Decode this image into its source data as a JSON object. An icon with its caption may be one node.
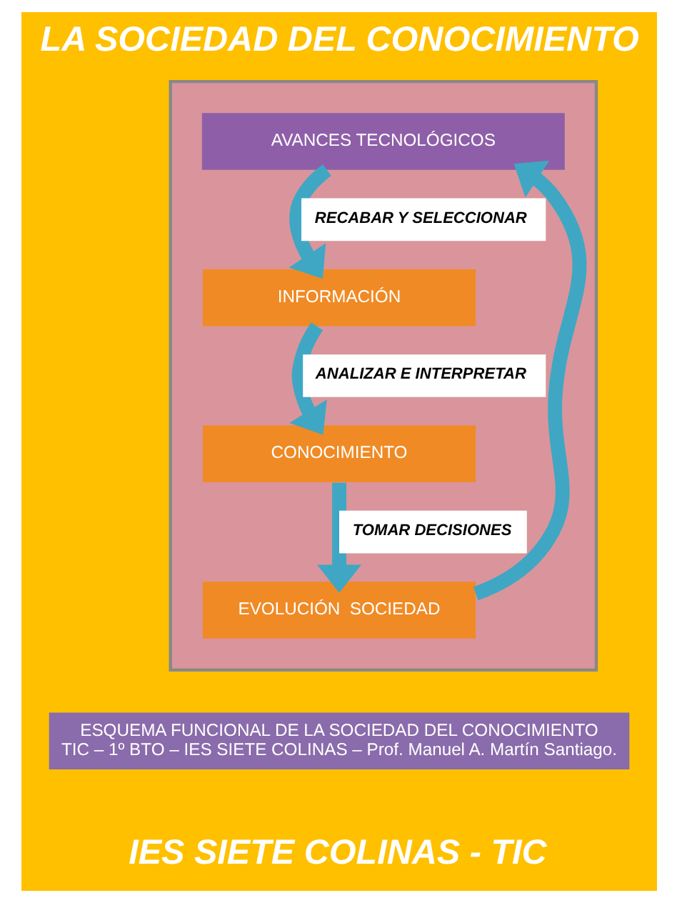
{
  "diagram": {
    "title": "LA SOCIEDAD DEL CONOCIMIENTO",
    "caption": "IES SIETE COLINAS - TIC",
    "nodes": [
      {
        "text": [],
        "shape": "box"
      },
      {
        "text": [
          "AVANCES TECNOLÓGICOS"
        ],
        "in": 0
      },
      {
        "text": [
          "INFORMACIÓN"
        ],
        "in": 0
      },
      {
        "text": [
          "CONOCIMIENTO"
        ],
        "in": 0
      },
      {
        "text": [
          "EVOLUCIÓN  SOCIEDAD"
        ],
        "in": 0
      },
      {
        "text": [
          "ESQUEMA FUNCIONAL DE LA SOCIEDAD DEL CONOCIMIENTO",
          "TIC – 1º BTO – IES SIETE COLINAS – Prof. Manuel A. Martín Santiago."
        ]
      }
    ],
    "edges": [
      {
        "from": 1,
        "to": 2,
        "arrow": "to",
        "label": "RECABAR Y SELECCIONAR"
      },
      {
        "from": 2,
        "to": 3,
        "arrow": "to",
        "label": "ANALIZAR E INTERPRETAR"
      },
      {
        "from": 3,
        "to": 4,
        "arrow": "to",
        "label": "TOMAR DECISIONES"
      },
      {
        "from": 4,
        "to": 1,
        "arrow": "to"
      }
    ]
  }
}
